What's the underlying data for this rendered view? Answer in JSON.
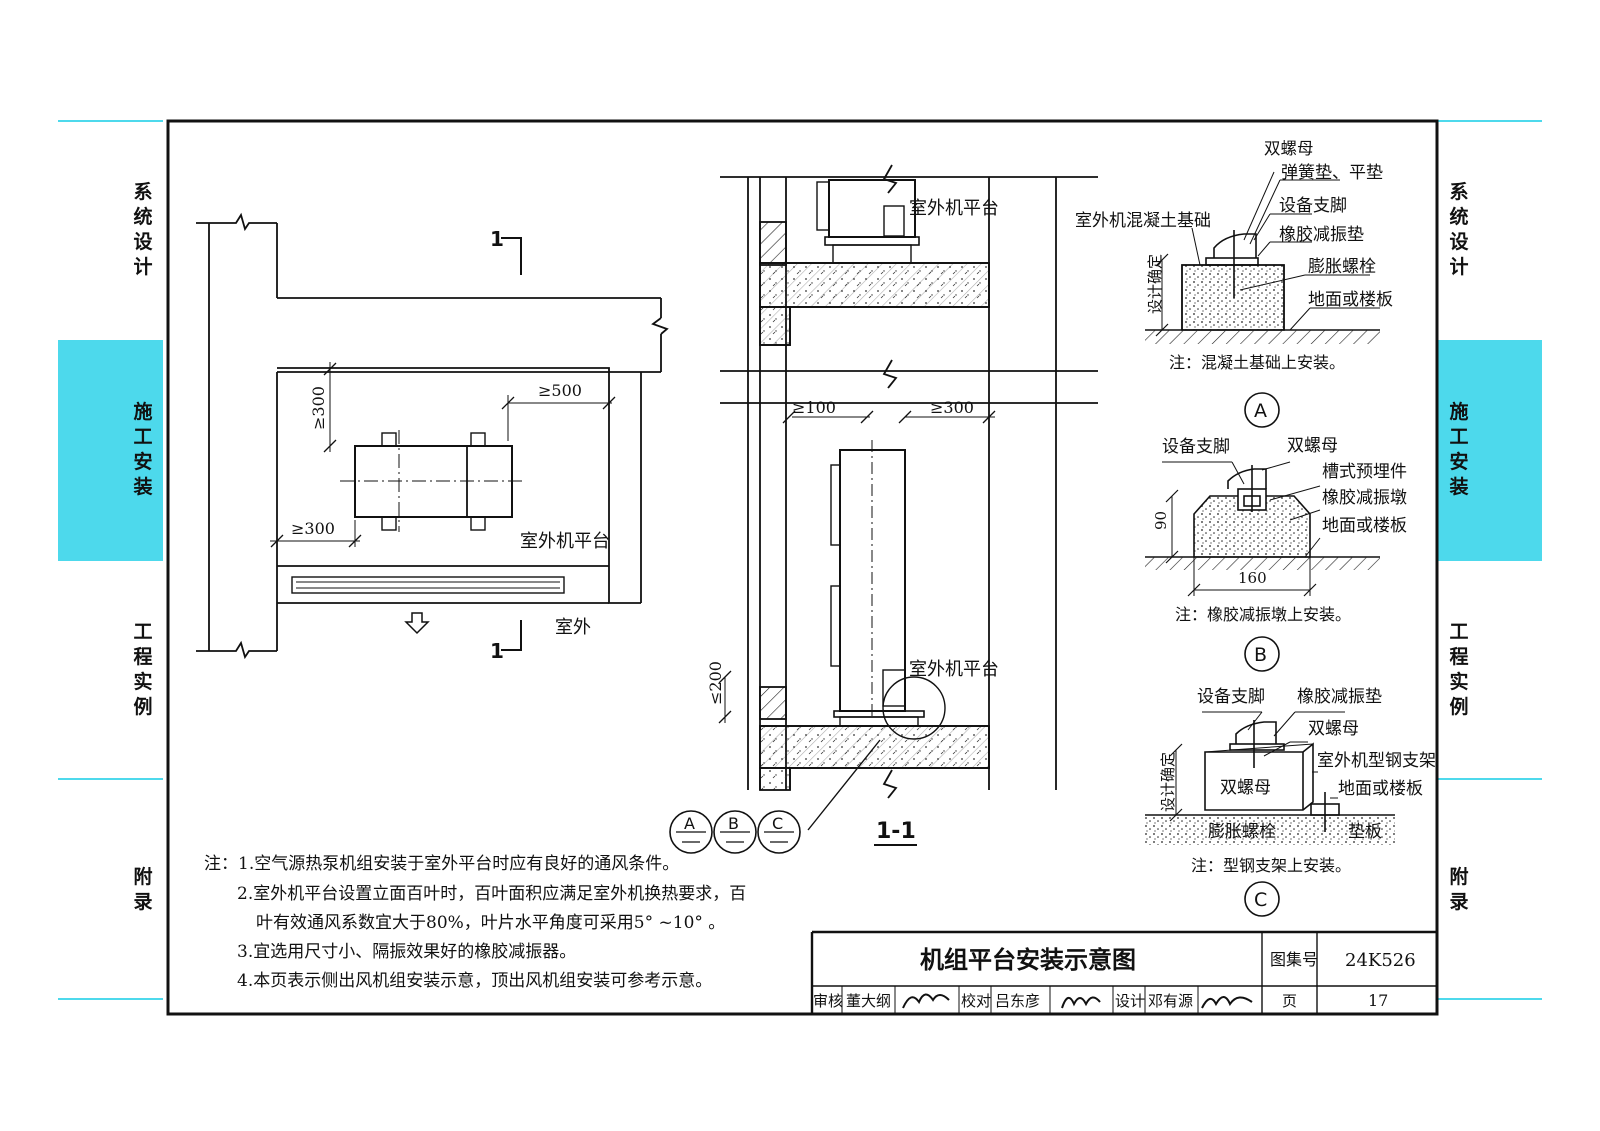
{
  "side_tabs": {
    "left": [
      "系\n统\n设\n计",
      "施\n工\n安\n装",
      "工\n程\n实\n例",
      "附\n录"
    ],
    "right": [
      "系\n统\n设\n计",
      "施\n工\n安\n装",
      "工\n程\n实\n例",
      "附\n录"
    ],
    "active_color": "#4DD9EC",
    "line_color": "#4DD9EC"
  },
  "plan": {
    "section_mark": "1",
    "dim_left": "≥300",
    "dim_top": "≥300",
    "dim_right": "≥500",
    "platform_label": "室外机平台",
    "outdoor_label": "室外"
  },
  "section": {
    "platform_label_top": "室外机平台",
    "platform_label_bottom": "室外机平台",
    "dim_left": "≥100",
    "dim_right": "≥300",
    "dim_bottom": "≤200",
    "title": "1-1",
    "circles": [
      "A",
      "B",
      "C"
    ]
  },
  "detail_a": {
    "labels": [
      "双螺母",
      "弹簧垫、平垫",
      "室外机混凝土基础",
      "设备支脚",
      "橡胶减振垫",
      "膨胀螺栓",
      "地面或楼板",
      "设计确定"
    ],
    "note": "注：混凝土基础上安装。",
    "mark": "A"
  },
  "detail_b": {
    "labels": [
      "设备支脚",
      "双螺母",
      "槽式预埋件",
      "橡胶减振墩",
      "地面或楼板"
    ],
    "dim_height": "90",
    "dim_width": "160",
    "note": "注：橡胶减振墩上安装。",
    "mark": "B"
  },
  "detail_c": {
    "labels": [
      "设备支脚",
      "橡胶减振垫",
      "双螺母",
      "室外机型钢支架",
      "双螺母",
      "地面或楼板",
      "膨胀螺栓",
      "垫板",
      "设计确定"
    ],
    "note": "注：型钢支架上安装。",
    "mark": "C"
  },
  "notes": [
    "注：1.空气源热泵机组安装于室外平台时应有良好的通风条件。",
    "2.室外机平台设置立面百叶时，百叶面积应满足室外机换热要求，百",
    "叶有效通风系数宜大于80%，叶片水平角度可采用5° ~10° 。",
    "3.宜选用尺寸小、隔振效果好的橡胶减振器。",
    "4.本页表示侧出风机组安装示意，顶出风机组安装可参考示意。"
  ],
  "title_block": {
    "title": "机组平台安装示意图",
    "atlas_label": "图集号",
    "atlas_no": "24K526",
    "review_label": "审核",
    "reviewer": "董大纲",
    "check_label": "校对",
    "checker": "吕东彦",
    "design_label": "设计",
    "designer": "邓有源",
    "page_label": "页",
    "page_no": "17"
  }
}
